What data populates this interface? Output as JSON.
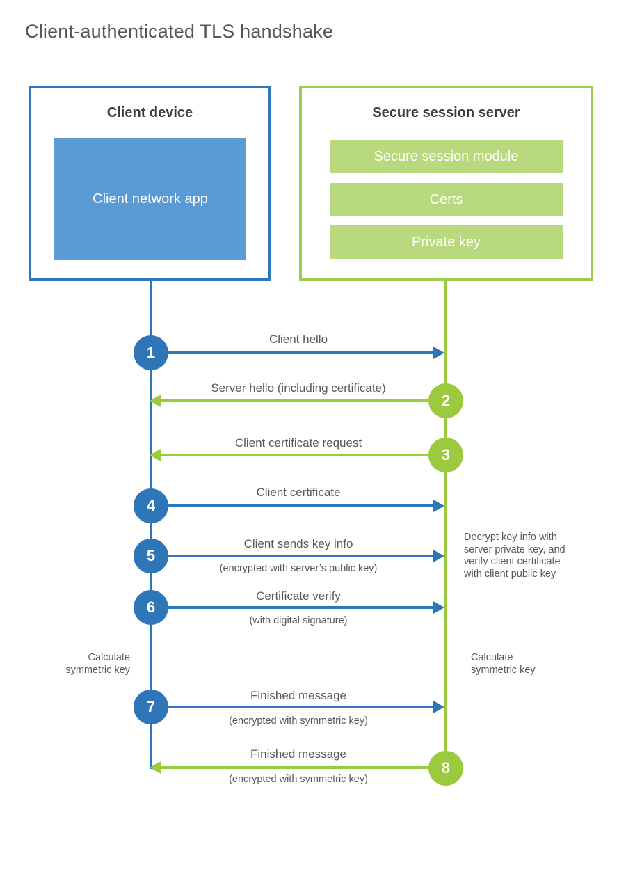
{
  "title": "Client-authenticated TLS handshake",
  "colors": {
    "blue": "#2e76b8",
    "blue_light": "#5b9bd5",
    "green": "#9bca3e",
    "green_light": "#b8d97e",
    "label_gray": "#58585a"
  },
  "client": {
    "title": "Client device",
    "app_label": "Client network app"
  },
  "server": {
    "title": "Secure session server",
    "modules": [
      "Secure session module",
      "Certs",
      "Private key"
    ]
  },
  "steps": [
    {
      "num": "1",
      "label": "Client hello",
      "direction": "client-to-server"
    },
    {
      "num": "2",
      "label": "Server hello (including certificate)",
      "direction": "server-to-client"
    },
    {
      "num": "3",
      "label": "Client certificate request",
      "direction": "server-to-client"
    },
    {
      "num": "4",
      "label": "Client certificate",
      "direction": "client-to-server"
    },
    {
      "num": "5",
      "label": "Client sends key info",
      "sub": "(encrypted with server’s public key)",
      "direction": "client-to-server"
    },
    {
      "num": "6",
      "label": "Certificate verify",
      "sub": "(with digital signature)",
      "direction": "client-to-server"
    },
    {
      "num": "7",
      "label": "Finished message",
      "sub": "(encrypted with symmetric key)",
      "direction": "client-to-server"
    },
    {
      "num": "8",
      "label": "Finished message",
      "sub": "(encrypted with symmetric key)",
      "direction": "server-to-client"
    }
  ],
  "notes": {
    "decrypt": "Decrypt key info with server private key, and verify client certificate with client public key",
    "calc_symmetric_left": "Calculate symmetric key",
    "calc_symmetric_right": "Calculate symmetric key"
  }
}
